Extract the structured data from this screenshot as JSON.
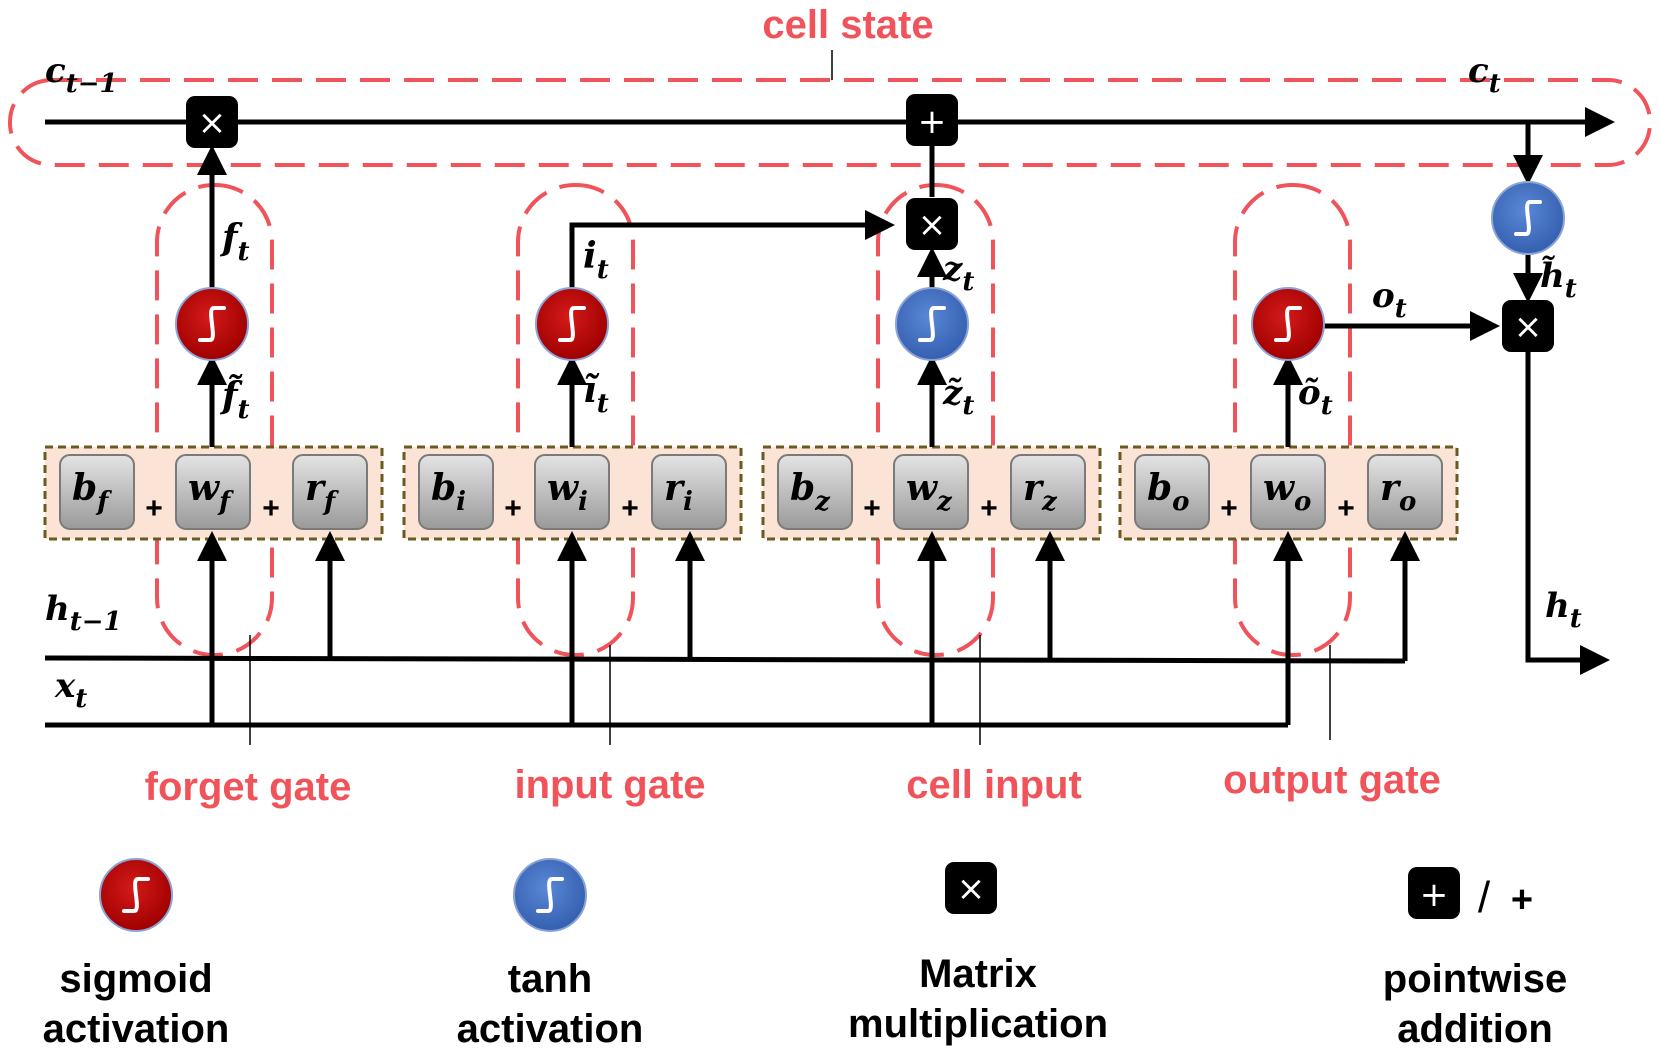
{
  "regions": {
    "cell_state": "cell state",
    "forget_gate": "forget gate",
    "input_gate": "input gate",
    "cell_input": "cell input",
    "output_gate": "output gate"
  },
  "signals": {
    "c_prev": {
      "base": "c",
      "sub": "t−1"
    },
    "c_t": {
      "base": "c",
      "sub": "t"
    },
    "h_prev": {
      "base": "h",
      "sub": "t−1"
    },
    "x_t": {
      "base": "x",
      "sub": "t"
    },
    "h_t": {
      "base": "h",
      "sub": "t"
    },
    "f_t": {
      "base": "f",
      "sub": "t"
    },
    "i_t": {
      "base": "i",
      "sub": "t"
    },
    "z_t": {
      "base": "z",
      "sub": "t"
    },
    "o_t": {
      "base": "o",
      "sub": "t"
    },
    "f_tilde": {
      "base": "f̃",
      "sub": "t"
    },
    "i_tilde": {
      "base": "ĩ",
      "sub": "t"
    },
    "z_tilde": {
      "base": "z̃",
      "sub": "t"
    },
    "o_tilde": {
      "base": "õ",
      "sub": "t"
    },
    "h_tilde": {
      "base": "h̃",
      "sub": "t"
    }
  },
  "param_groups": [
    {
      "b": {
        "base": "b",
        "sub": "f"
      },
      "w": {
        "base": "w",
        "sub": "f"
      },
      "r": {
        "base": "r",
        "sub": "f"
      }
    },
    {
      "b": {
        "base": "b",
        "sub": "i"
      },
      "w": {
        "base": "w",
        "sub": "i"
      },
      "r": {
        "base": "r",
        "sub": "i"
      }
    },
    {
      "b": {
        "base": "b",
        "sub": "z"
      },
      "w": {
        "base": "w",
        "sub": "z"
      },
      "r": {
        "base": "r",
        "sub": "z"
      }
    },
    {
      "b": {
        "base": "b",
        "sub": "o"
      },
      "w": {
        "base": "w",
        "sub": "o"
      },
      "r": {
        "base": "r",
        "sub": "o"
      }
    }
  ],
  "operators": {
    "plus": "+",
    "times": "×",
    "slash": "/"
  },
  "legend": {
    "sigmoid_line1": "sigmoid",
    "sigmoid_line2": "activation",
    "tanh_line1": "tanh",
    "tanh_line2": "activation",
    "matrix_line1": "Matrix",
    "matrix_line2": "multiplication",
    "pointwise_line1": "pointwise",
    "pointwise_line2": "addition"
  },
  "colors": {
    "sigmoid": "#c00000",
    "tanh": "#4472c4",
    "region_outline": "#f0545a",
    "param_fill": "#fbe3d6"
  }
}
